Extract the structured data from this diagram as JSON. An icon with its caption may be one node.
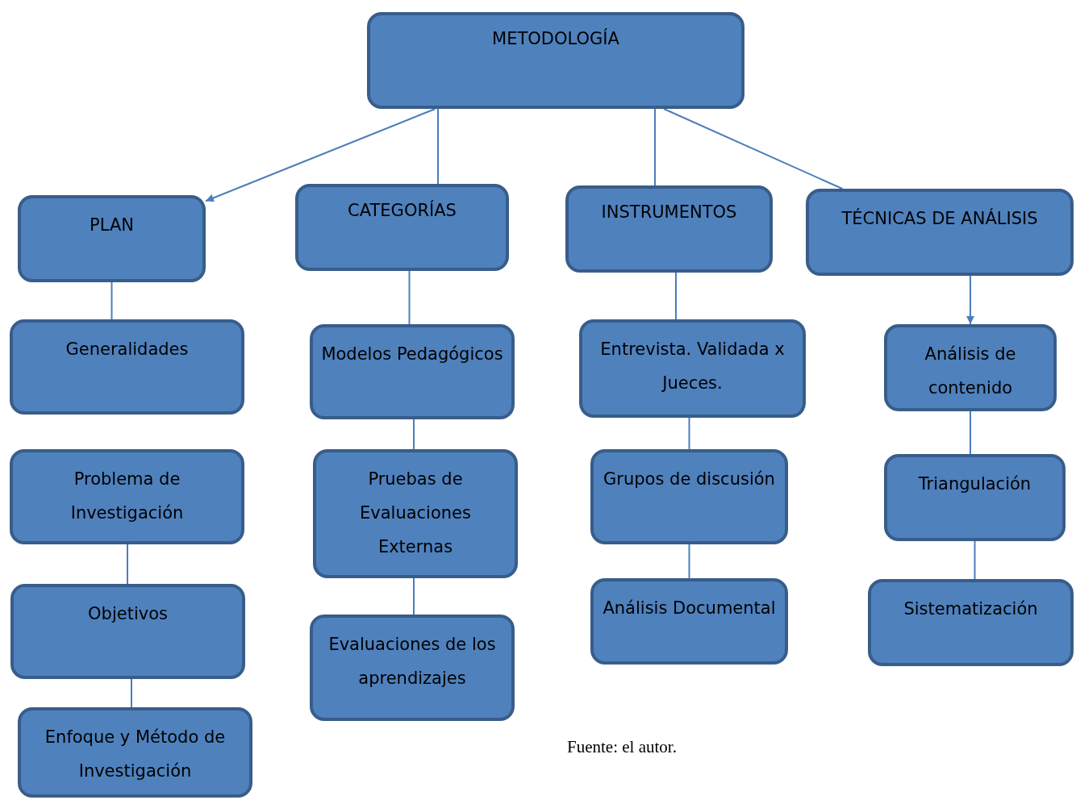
{
  "diagram": {
    "caption": "Fuente: el autor.",
    "nodes": [
      {
        "text": [
          "METODOLOGÍA"
        ]
      },
      {
        "text": [
          "PLAN"
        ]
      },
      {
        "text": [
          "CATEGORÍAS"
        ]
      },
      {
        "text": [
          "INSTRUMENTOS"
        ]
      },
      {
        "text": [
          "TÉCNICAS DE ANÁLISIS"
        ]
      },
      {
        "text": [
          "Generalidades"
        ]
      },
      {
        "text": [
          "Problema de Investigación"
        ]
      },
      {
        "text": [
          "Objetivos"
        ]
      },
      {
        "text": [
          "Enfoque y Método de Investigación"
        ]
      },
      {
        "text": [
          "Modelos Pedagógicos"
        ]
      },
      {
        "text": [
          "Pruebas de Evaluaciones Externas"
        ]
      },
      {
        "text": [
          "Evaluaciones de los aprendizajes"
        ]
      },
      {
        "text": [
          "Entrevista. Validada x Jueces."
        ]
      },
      {
        "text": [
          "Grupos de discusión"
        ]
      },
      {
        "text": [
          "Análisis Documental"
        ]
      },
      {
        "text": [
          "Análisis de contenido"
        ]
      },
      {
        "text": [
          "Triangulación"
        ]
      },
      {
        "text": [
          "Sistematización"
        ]
      }
    ],
    "edges": [
      {
        "from": 0,
        "to": 1,
        "arrow": "to"
      },
      {
        "from": 0,
        "to": 2,
        "arrow": "none"
      },
      {
        "from": 0,
        "to": 3,
        "arrow": "none"
      },
      {
        "from": 0,
        "to": 4,
        "arrow": "none"
      },
      {
        "from": 1,
        "to": 5,
        "arrow": "none"
      },
      {
        "from": 6,
        "to": 7,
        "arrow": "none"
      },
      {
        "from": 7,
        "to": 8,
        "arrow": "none"
      },
      {
        "from": 2,
        "to": 9,
        "arrow": "none"
      },
      {
        "from": 9,
        "to": 10,
        "arrow": "none"
      },
      {
        "from": 10,
        "to": 11,
        "arrow": "none"
      },
      {
        "from": 3,
        "to": 12,
        "arrow": "none"
      },
      {
        "from": 12,
        "to": 13,
        "arrow": "none"
      },
      {
        "from": 13,
        "to": 14,
        "arrow": "none"
      },
      {
        "from": 4,
        "to": 15,
        "arrow": "to"
      },
      {
        "from": 15,
        "to": 16,
        "arrow": "none"
      },
      {
        "from": 16,
        "to": 17,
        "arrow": "none"
      }
    ]
  }
}
